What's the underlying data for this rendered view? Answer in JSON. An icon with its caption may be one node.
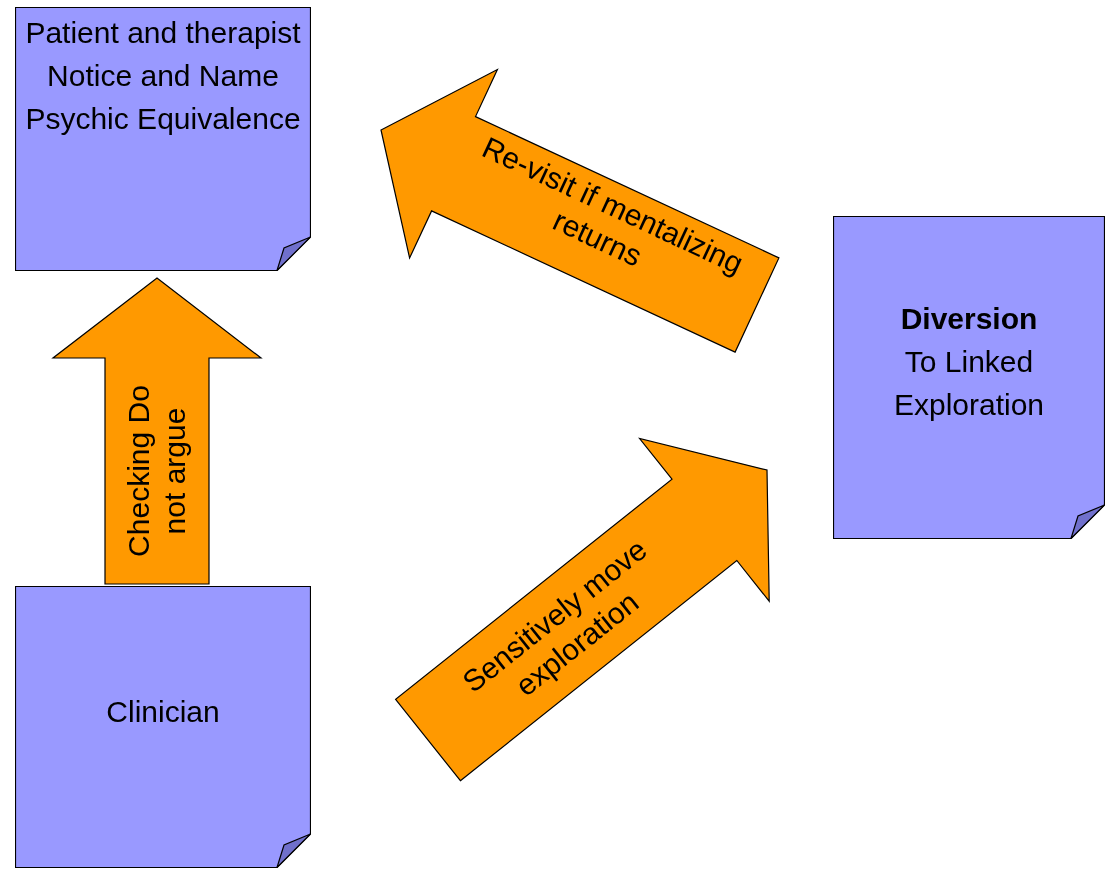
{
  "diagram": {
    "nodes": [
      {
        "text": [
          "Patient and therapist Notice and Name Psychic Equivalence"
        ]
      },
      {
        "text": [
          "Diversion",
          "To Linked Exploration"
        ]
      },
      {
        "text": [
          "Clinician"
        ]
      }
    ],
    "edges": [
      {
        "from": 2,
        "to": 0,
        "arrow": "to",
        "label": "Checking Do not argue"
      },
      {
        "from": 2,
        "to": 1,
        "arrow": "to",
        "label": "Sensitively move exploration"
      },
      {
        "from": 1,
        "to": 0,
        "arrow": "to",
        "label": "Re-visit if mentalizing returns"
      }
    ]
  }
}
